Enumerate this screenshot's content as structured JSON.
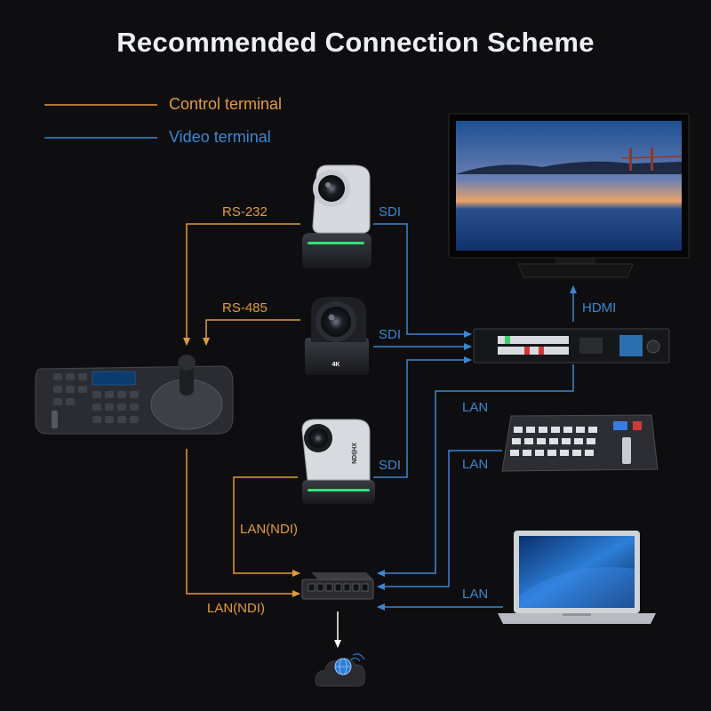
{
  "title": "Recommended Connection Scheme",
  "legend": {
    "control": "Control terminal",
    "video": "Video terminal"
  },
  "colors": {
    "control": "#e39a3b",
    "video": "#3c86d1",
    "background": "#0e0e10",
    "title": "#eceff3"
  },
  "labels": {
    "rs232": "RS-232",
    "rs485": "RS-485",
    "sdi_1": "SDI",
    "sdi_2": "SDI",
    "sdi_3": "SDI",
    "hdmi": "HDMI",
    "lan_1": "LAN",
    "lan_2": "LAN",
    "lan_3": "LAN",
    "lan_ndi_1": "LAN(NDI)",
    "lan_ndi_2": "LAN(NDI)"
  },
  "device_marks": {
    "camera2_badge": "4K",
    "camera3_badge": "NDI|HX"
  },
  "icons": [
    "monitor",
    "ptz-camera",
    "ptz-controller",
    "video-switcher",
    "live-mixer",
    "network-switch",
    "laptop",
    "cloud-globe"
  ]
}
